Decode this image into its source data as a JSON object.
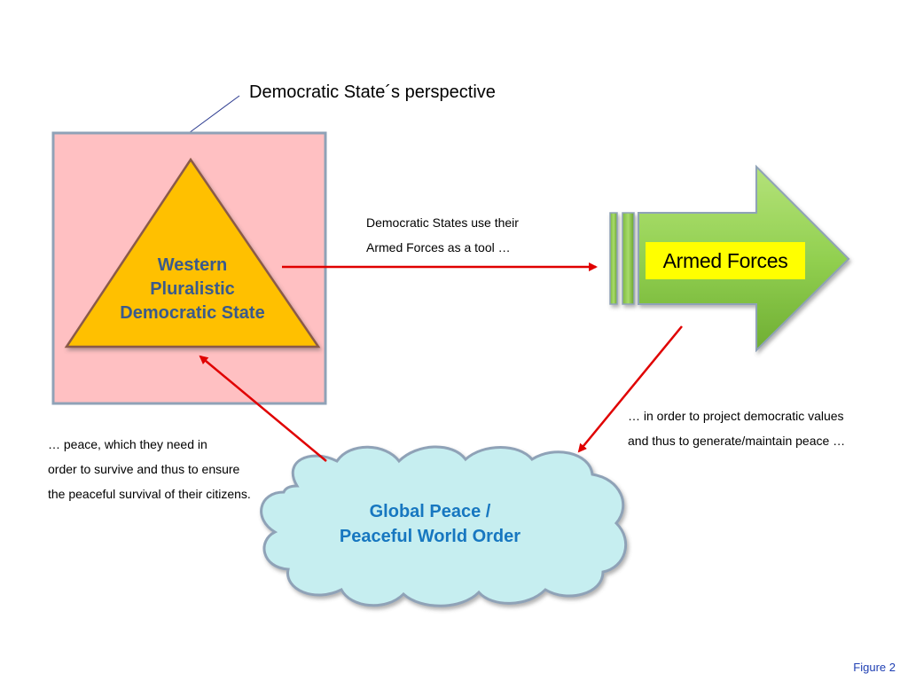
{
  "title": "Democratic State´s perspective",
  "state": {
    "label_lines": [
      "Western",
      "Pluralistic",
      "Democratic State"
    ]
  },
  "armed_forces": {
    "label": "Armed Forces"
  },
  "global_peace": {
    "label_lines": [
      "Global Peace /",
      "Peaceful World Order"
    ]
  },
  "notes": {
    "tool": [
      "Democratic States use their",
      "Armed Forces as a tool …"
    ],
    "project": [
      "… in order to project democratic values",
      "and thus to  generate/maintain peace …"
    ],
    "survival": [
      "… peace, which they need in",
      "order to survive and thus to ensure",
      "the peaceful survival of  their citizens."
    ]
  },
  "figure_label": "Figure 2",
  "colors": {
    "square_fill": "#ffc0c2",
    "square_border": "#8fa2b7",
    "triangle_fill": "#ffc000",
    "arrow_fill": "#92d050",
    "arrow_label_bg": "#ffff00",
    "cloud_fill": "#c6eef0",
    "connector_arrows": "#e00000",
    "triangle_text": "#3a5a8c",
    "cloud_text": "#1777c0"
  }
}
